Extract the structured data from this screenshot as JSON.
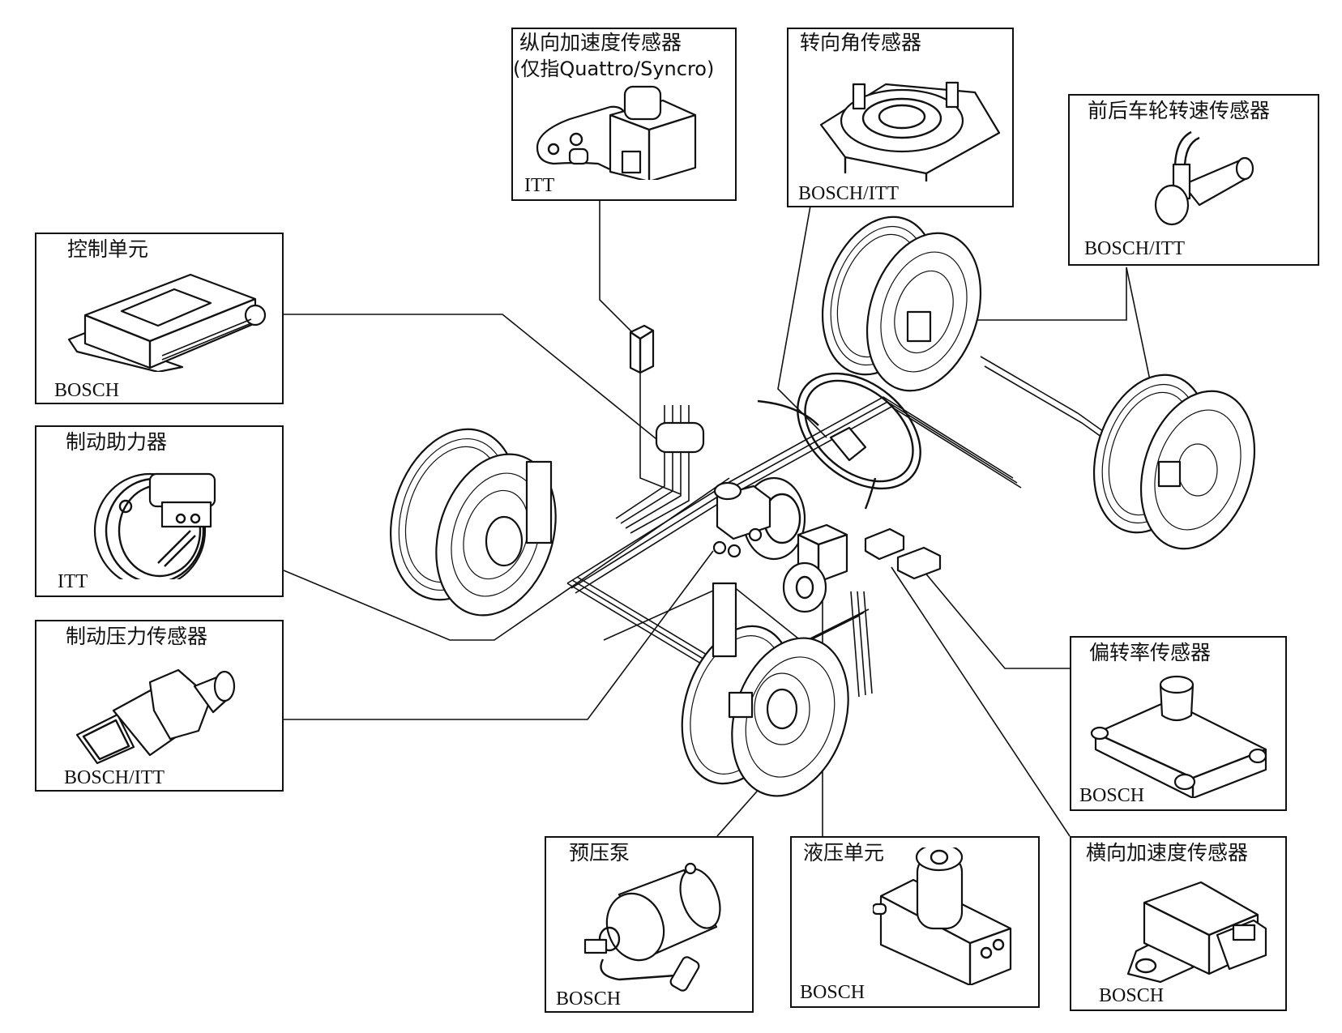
{
  "diagram": {
    "title": "",
    "components": [
      {
        "id": "longitudinal-accel-sensor",
        "label": "纵向加速度传感器",
        "sublabel": "(仅指Quattro/Syncro)",
        "maker": "ITT"
      },
      {
        "id": "steering-angle-sensor",
        "label": "转向角传感器",
        "maker": "BOSCH/ITT"
      },
      {
        "id": "wheel-speed-sensor",
        "label": "前后车轮转速传感器",
        "maker": "BOSCH/ITT"
      },
      {
        "id": "control-unit",
        "label": "控制单元",
        "maker": "BOSCH"
      },
      {
        "id": "brake-booster",
        "label": "制动助力器",
        "maker": "ITT"
      },
      {
        "id": "brake-pressure-sensor",
        "label": "制动压力传感器",
        "maker": "BOSCH/ITT"
      },
      {
        "id": "yaw-rate-sensor",
        "label": "偏转率传感器",
        "maker": "BOSCH"
      },
      {
        "id": "precharge-pump",
        "label": "预压泵",
        "maker": "BOSCH"
      },
      {
        "id": "hydraulic-unit",
        "label": "液压单元",
        "maker": "BOSCH"
      },
      {
        "id": "lateral-accel-sensor",
        "label": "横向加速度传感器",
        "maker": "BOSCH"
      }
    ]
  }
}
